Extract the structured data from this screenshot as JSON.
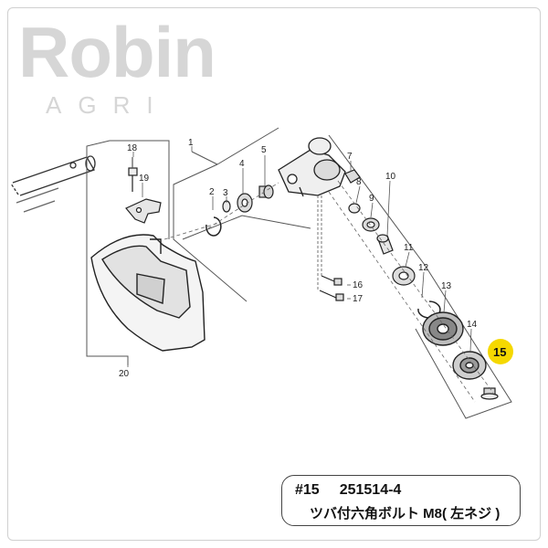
{
  "logo": {
    "main": "Robin",
    "sub": "AGRI"
  },
  "parts": [
    {
      "num": "1"
    },
    {
      "num": "2"
    },
    {
      "num": "3"
    },
    {
      "num": "4"
    },
    {
      "num": "5"
    },
    {
      "num": "7"
    },
    {
      "num": "8"
    },
    {
      "num": "9"
    },
    {
      "num": "10"
    },
    {
      "num": "11"
    },
    {
      "num": "12"
    },
    {
      "num": "13"
    },
    {
      "num": "14"
    },
    {
      "num": "15"
    },
    {
      "num": "16"
    },
    {
      "num": "17"
    },
    {
      "num": "18"
    },
    {
      "num": "19"
    },
    {
      "num": "20"
    }
  ],
  "highlight": {
    "num": "15",
    "color": "#f5d800"
  },
  "callout": {
    "tag": "#15",
    "part_number": "251514-4",
    "description": "ツバ付六角ボルト M8( 左ネジ )"
  }
}
